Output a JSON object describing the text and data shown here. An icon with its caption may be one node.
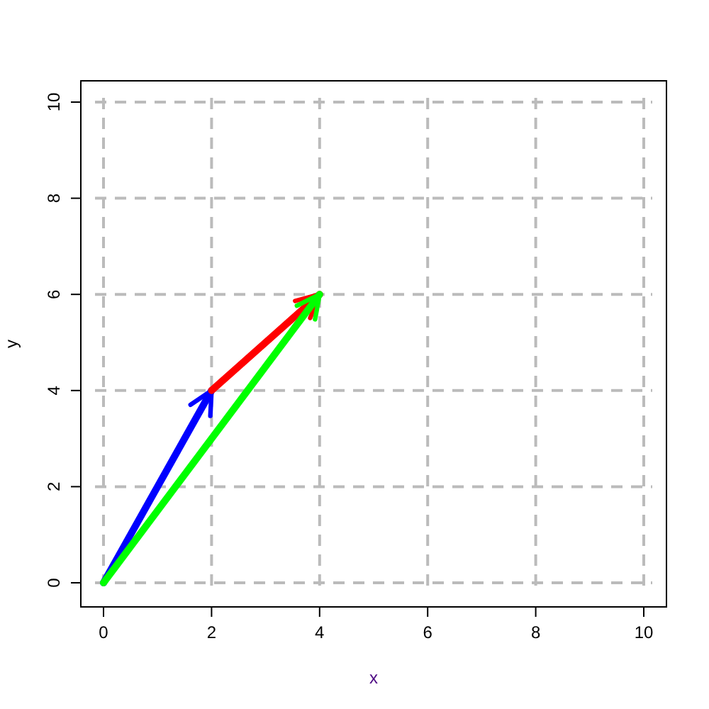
{
  "diagram": {
    "chart_data": {
      "type": "line",
      "xlabel": "x",
      "ylabel": "y",
      "xlim": [
        0,
        10
      ],
      "ylim": [
        0,
        10
      ],
      "xticks": [
        0,
        2,
        4,
        6,
        8,
        10
      ],
      "yticks": [
        0,
        2,
        4,
        6,
        8,
        10
      ],
      "grid": true,
      "series": [
        {
          "color": "#0000ff",
          "x": [
            0,
            2
          ],
          "values": [
            0,
            4
          ]
        },
        {
          "color": "#ff0000",
          "x": [
            2,
            4
          ],
          "values": [
            4,
            6
          ]
        },
        {
          "color": "#00ff00",
          "x": [
            0,
            4
          ],
          "values": [
            0,
            6
          ]
        }
      ]
    }
  }
}
